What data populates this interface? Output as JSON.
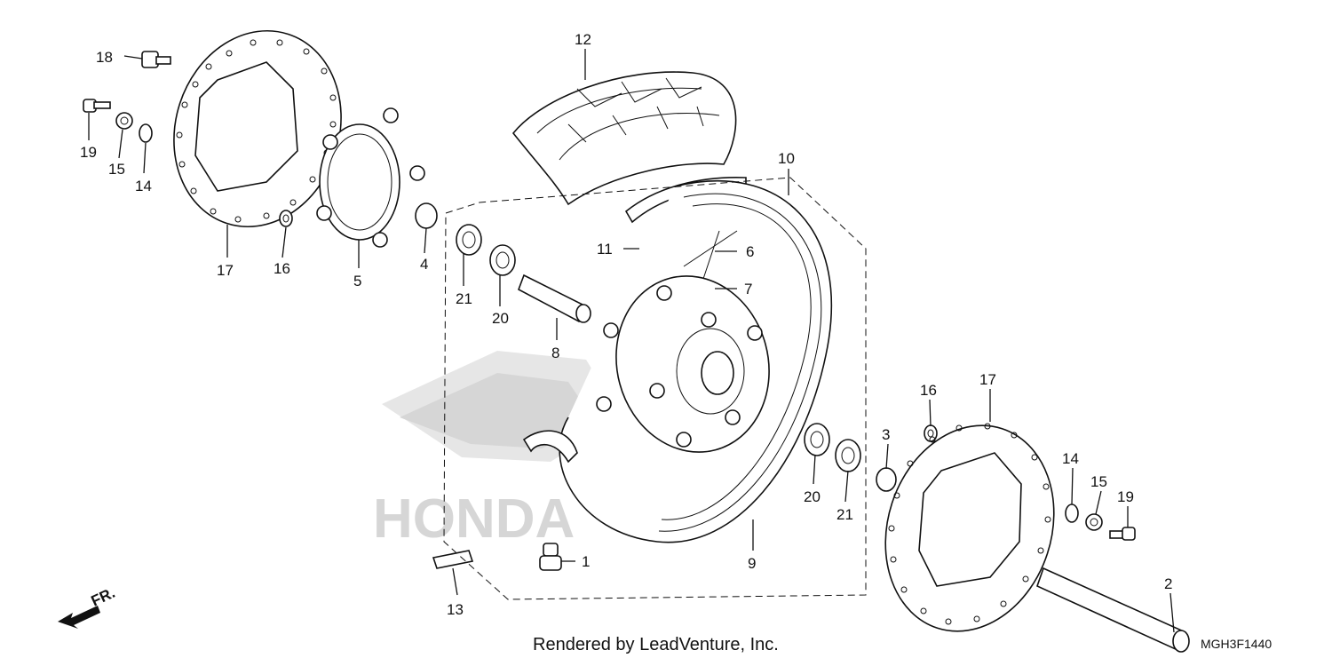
{
  "callouts": {
    "c1": "1",
    "c2": "2",
    "c3": "3",
    "c4": "4",
    "c5": "5",
    "c6": "6",
    "c7": "7",
    "c8": "8",
    "c9": "9",
    "c10": "10",
    "c11": "11",
    "c12": "12",
    "c13": "13",
    "c14a": "14",
    "c14b": "14",
    "c15a": "15",
    "c15b": "15",
    "c16a": "16",
    "c16b": "16",
    "c17a": "17",
    "c17b": "17",
    "c18": "18",
    "c19a": "19",
    "c19b": "19",
    "c20a": "20",
    "c20b": "20",
    "c21a": "21",
    "c21b": "21"
  },
  "direction_label": "FR.",
  "watermark": "HONDA",
  "footer": {
    "credit": "Rendered by LeadVenture, Inc.",
    "diagram_code": "MGH3F1440"
  },
  "colors": {
    "ink": "#111111",
    "watermark": "#d6d6d6",
    "background": "#ffffff"
  }
}
